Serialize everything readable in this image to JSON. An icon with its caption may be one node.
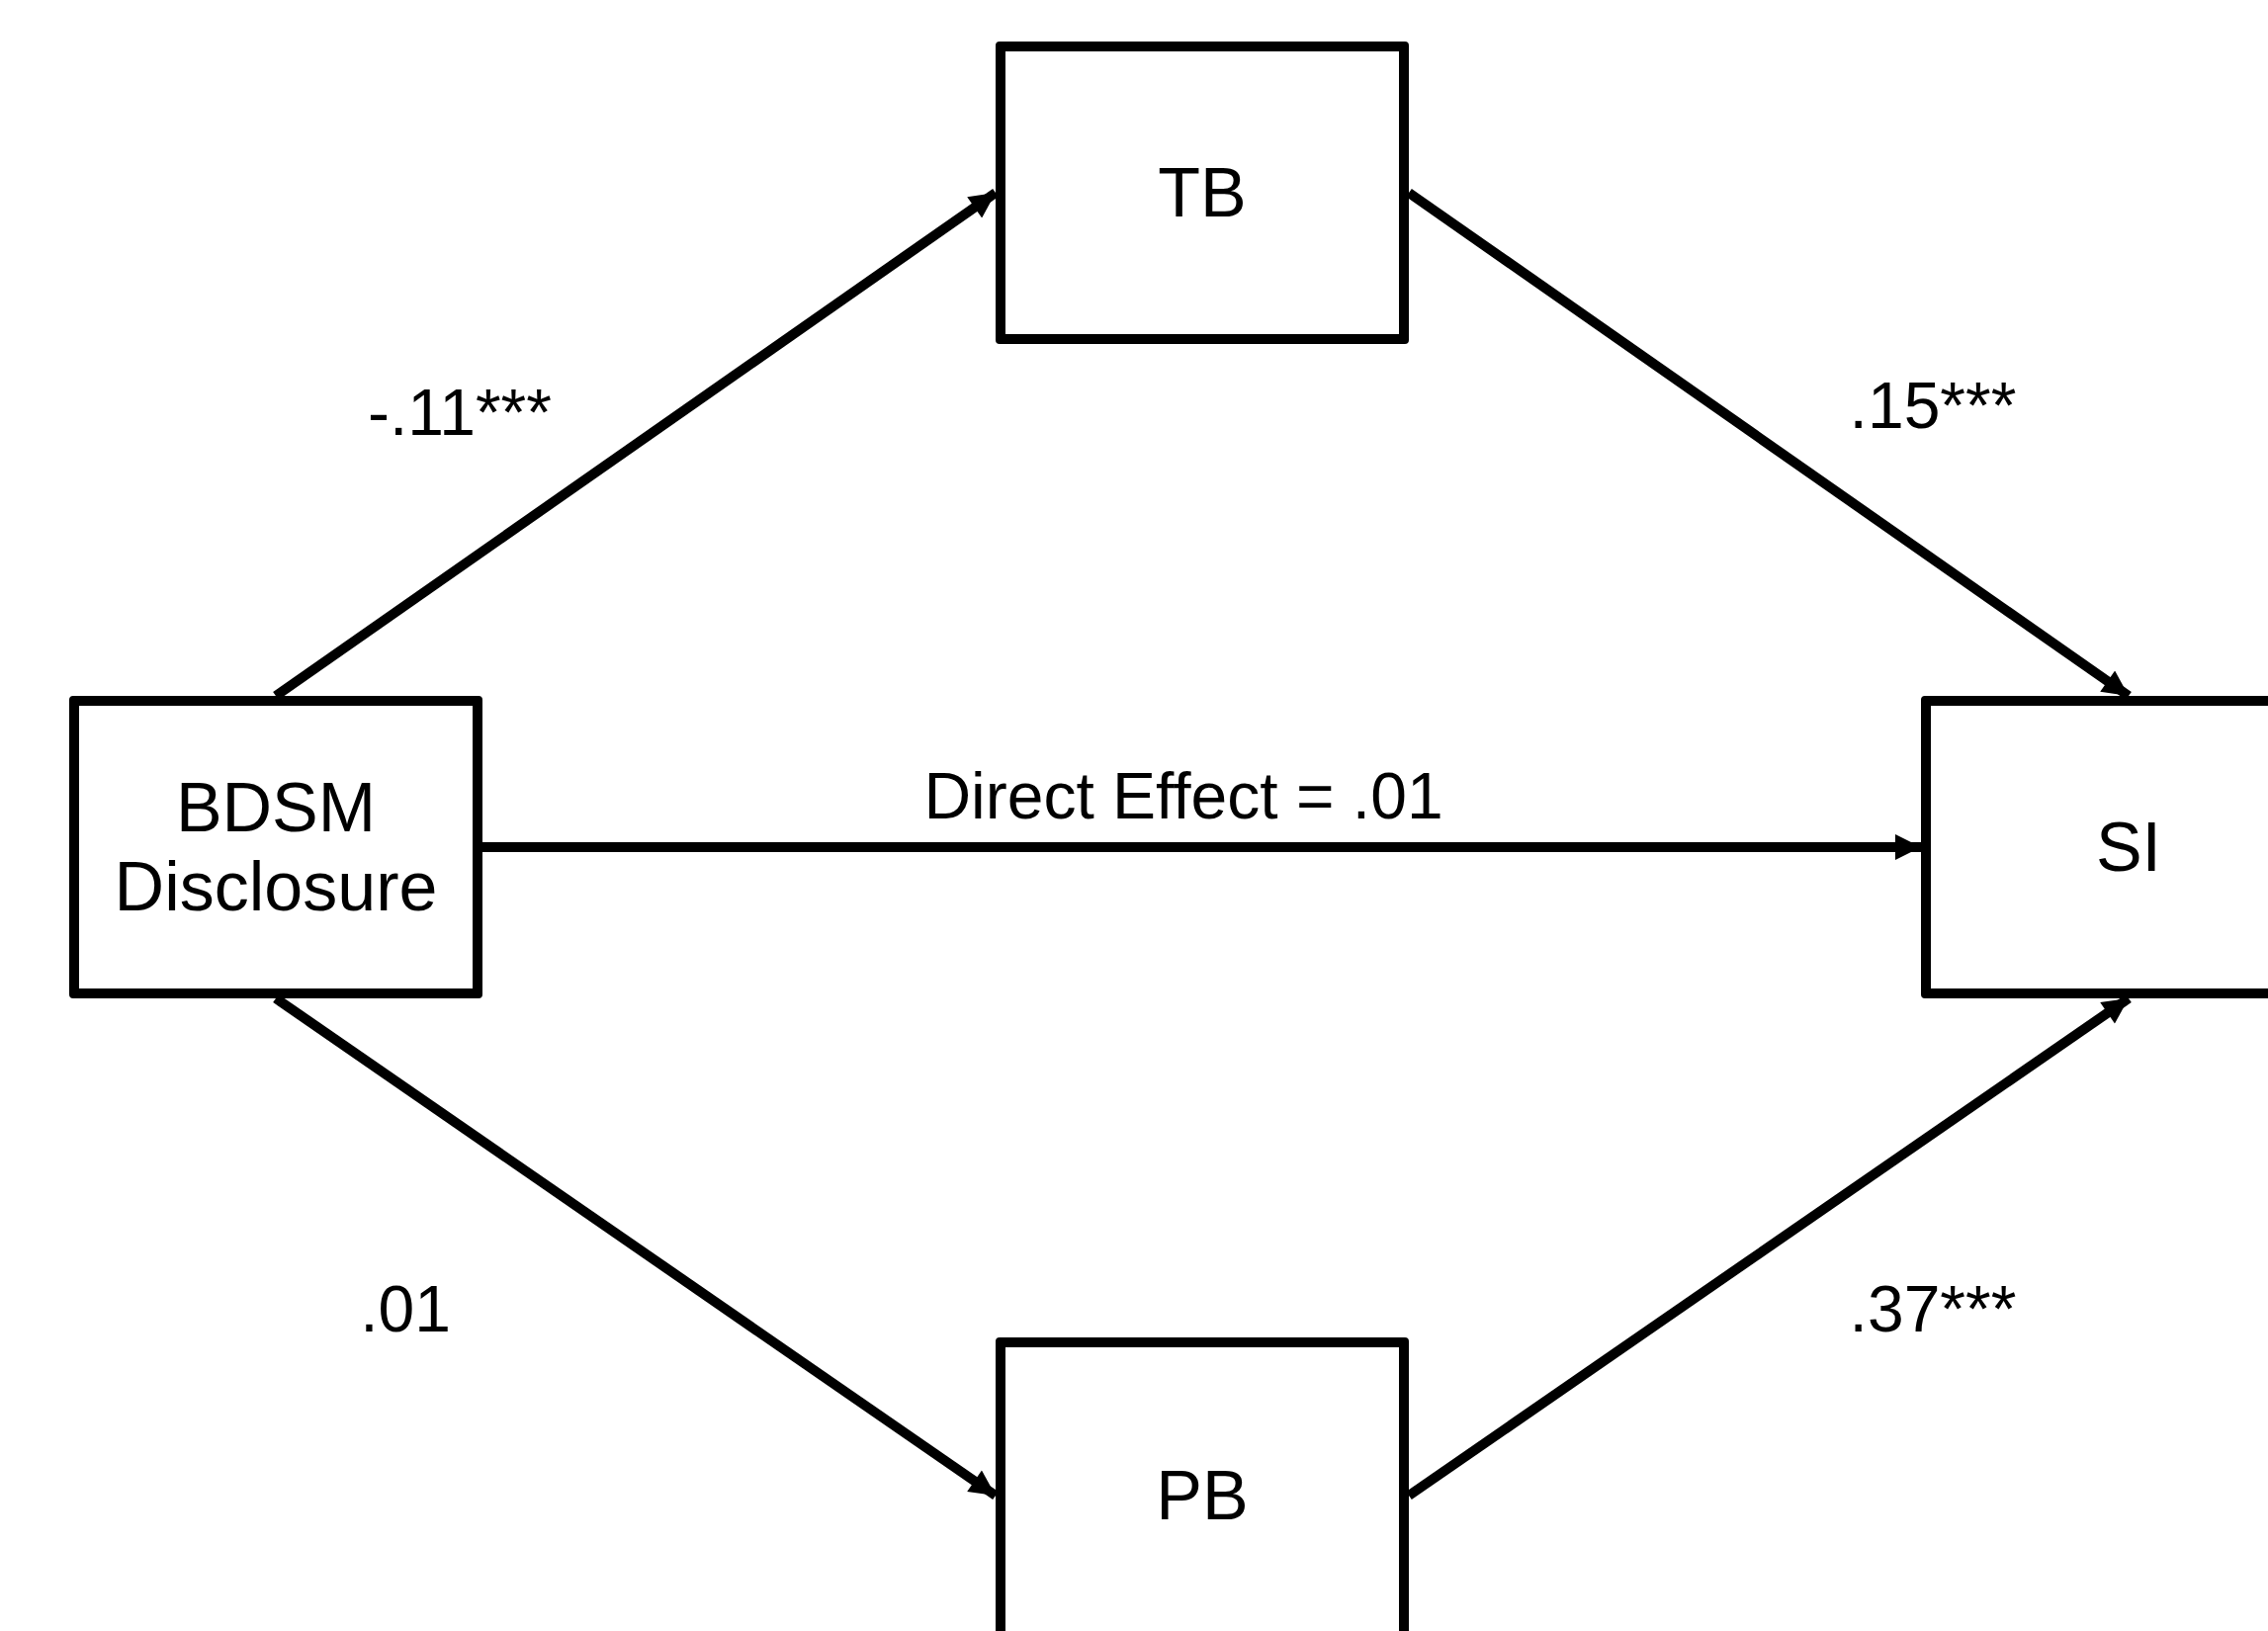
{
  "diagram": {
    "nodes": [
      {
        "text": [
          "BDSM Disclosure"
        ]
      },
      {
        "text": [
          "TB"
        ]
      },
      {
        "text": [
          "SI"
        ]
      },
      {
        "text": [
          "PB"
        ]
      }
    ],
    "edges": [
      {
        "from": 0,
        "to": 1,
        "arrow": "to",
        "label": "-.11***"
      },
      {
        "from": 1,
        "to": 2,
        "arrow": "to",
        "label": ".15***"
      },
      {
        "from": 0,
        "to": 2,
        "arrow": "to",
        "label": "Direct Effect = .01"
      },
      {
        "from": 0,
        "to": 3,
        "arrow": "to",
        "label": ".01"
      },
      {
        "from": 3,
        "to": 2,
        "arrow": "to",
        "label": ".37***"
      }
    ]
  }
}
